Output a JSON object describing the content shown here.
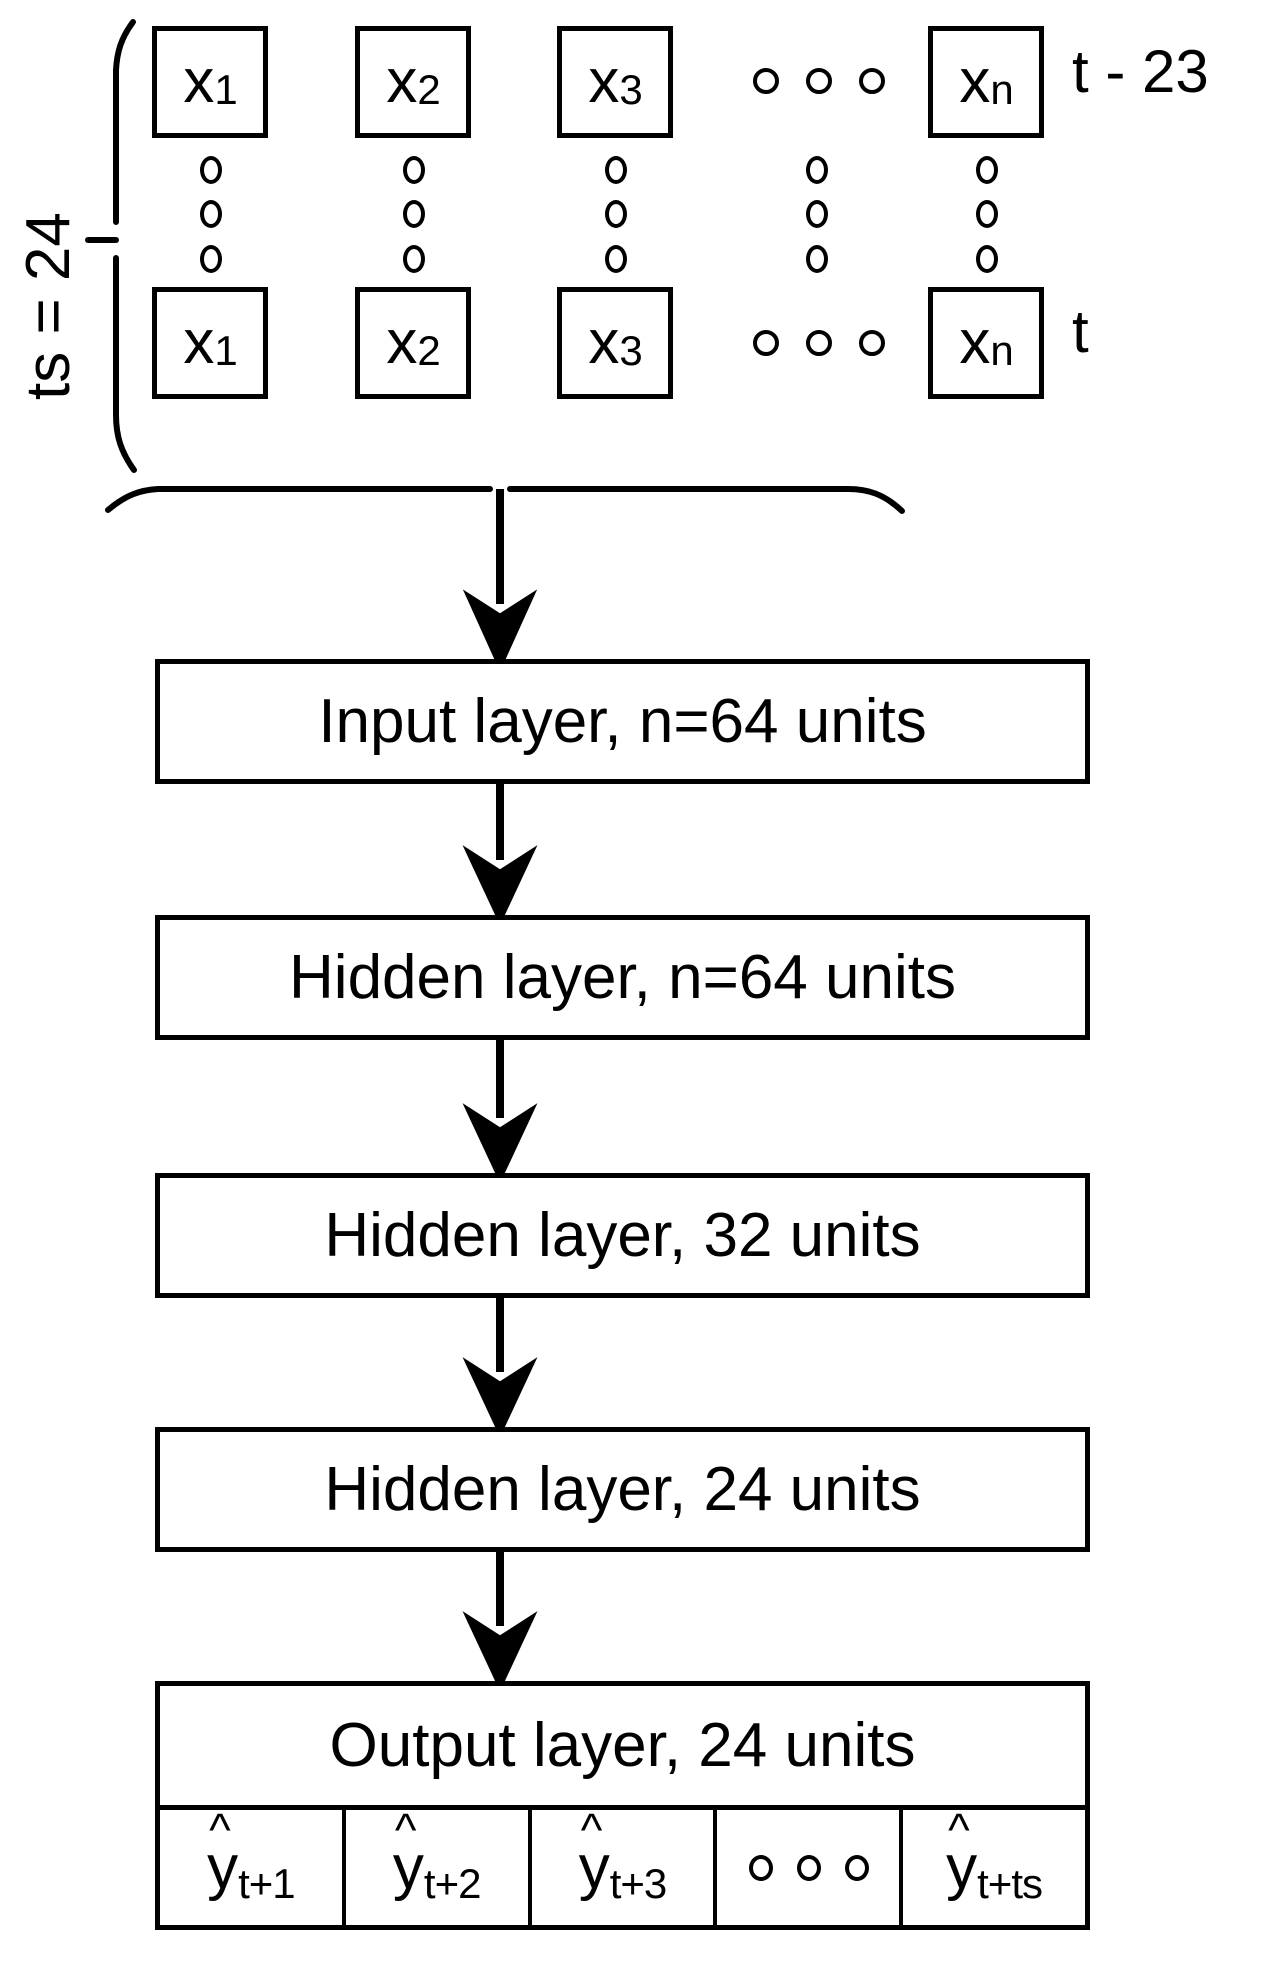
{
  "diagram": {
    "title": "LSTM/MLP time-series forecasting network architecture",
    "colors": {
      "stroke": "#000000",
      "background": "#ffffff"
    },
    "timestep_bracket": {
      "label": "ts = 24",
      "icon": "left-curly-brace-icon"
    },
    "input_block": {
      "rows": [
        {
          "time_label": "t - 23",
          "features": [
            "x",
            "x",
            "x",
            "x"
          ],
          "feature_subs": [
            "1",
            "2",
            "3",
            "n"
          ],
          "ellipsis": "∘ ∘ ∘"
        },
        {
          "time_label": "t",
          "features": [
            "x",
            "x",
            "x",
            "x"
          ],
          "feature_subs": [
            "1",
            "2",
            "3",
            "n"
          ],
          "ellipsis": "∘ ∘ ∘"
        }
      ],
      "vertical_ellipsis_columns": 5,
      "vertical_ellipsis_dots_per_column": 3
    },
    "layers": [
      {
        "name": "input-layer",
        "label": "Input layer, n=64 units"
      },
      {
        "name": "hidden-layer-1",
        "label": "Hidden layer, n=64 units"
      },
      {
        "name": "hidden-layer-2",
        "label": "Hidden layer, 32 units"
      },
      {
        "name": "hidden-layer-3",
        "label": "Hidden layer, 24 units"
      },
      {
        "name": "output-layer",
        "label": "Output layer, 24 units"
      }
    ],
    "output_cells": [
      {
        "symbol": "y",
        "hat": "^",
        "sub": "t+1",
        "is_ellipsis": false
      },
      {
        "symbol": "y",
        "hat": "^",
        "sub": "t+2",
        "is_ellipsis": false
      },
      {
        "symbol": "y",
        "hat": "^",
        "sub": "t+3",
        "is_ellipsis": false
      },
      {
        "symbol": "",
        "hat": "",
        "sub": "",
        "is_ellipsis": true,
        "ellipsis": "∘ ∘ ∘"
      },
      {
        "symbol": "y",
        "hat": "^",
        "sub": "t+ts",
        "is_ellipsis": false
      }
    ],
    "arrows": 5
  }
}
